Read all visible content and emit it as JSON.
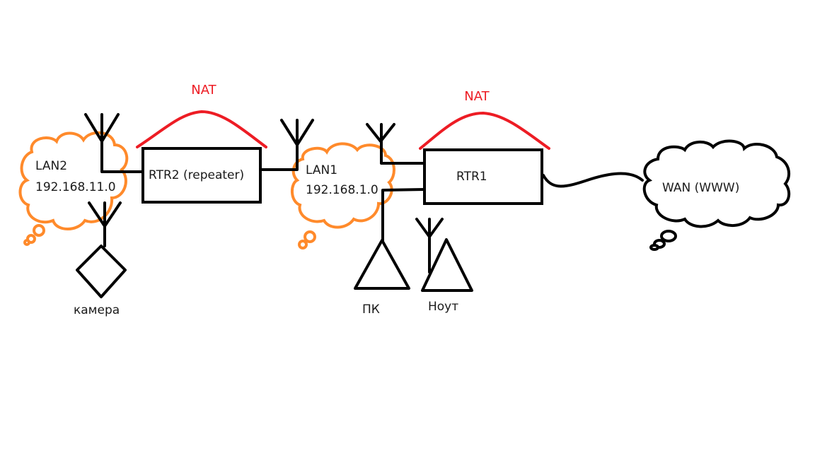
{
  "diagram": {
    "colors": {
      "line": "#000000",
      "nat": "#ed1c24",
      "lan_cloud": "#ff8a2b",
      "wan_cloud": "#000000"
    },
    "nat_labels": [
      "NAT",
      "NAT"
    ],
    "routers": [
      {
        "id": "rtr2",
        "label": "RTR2 (repeater)"
      },
      {
        "id": "rtr1",
        "label": "RTR1"
      }
    ],
    "clouds": [
      {
        "id": "lan2",
        "name": "LAN2",
        "subnet": "192.168.11.0"
      },
      {
        "id": "lan1",
        "name": "LAN1",
        "subnet": "192.168.1.0"
      },
      {
        "id": "wan",
        "name": "WAN (WWW)"
      }
    ],
    "devices": [
      {
        "id": "camera",
        "label": "камера",
        "shape": "diamond"
      },
      {
        "id": "pc",
        "label": "ПК",
        "shape": "triangle"
      },
      {
        "id": "laptop",
        "label": "Ноут",
        "shape": "triangle"
      }
    ]
  }
}
